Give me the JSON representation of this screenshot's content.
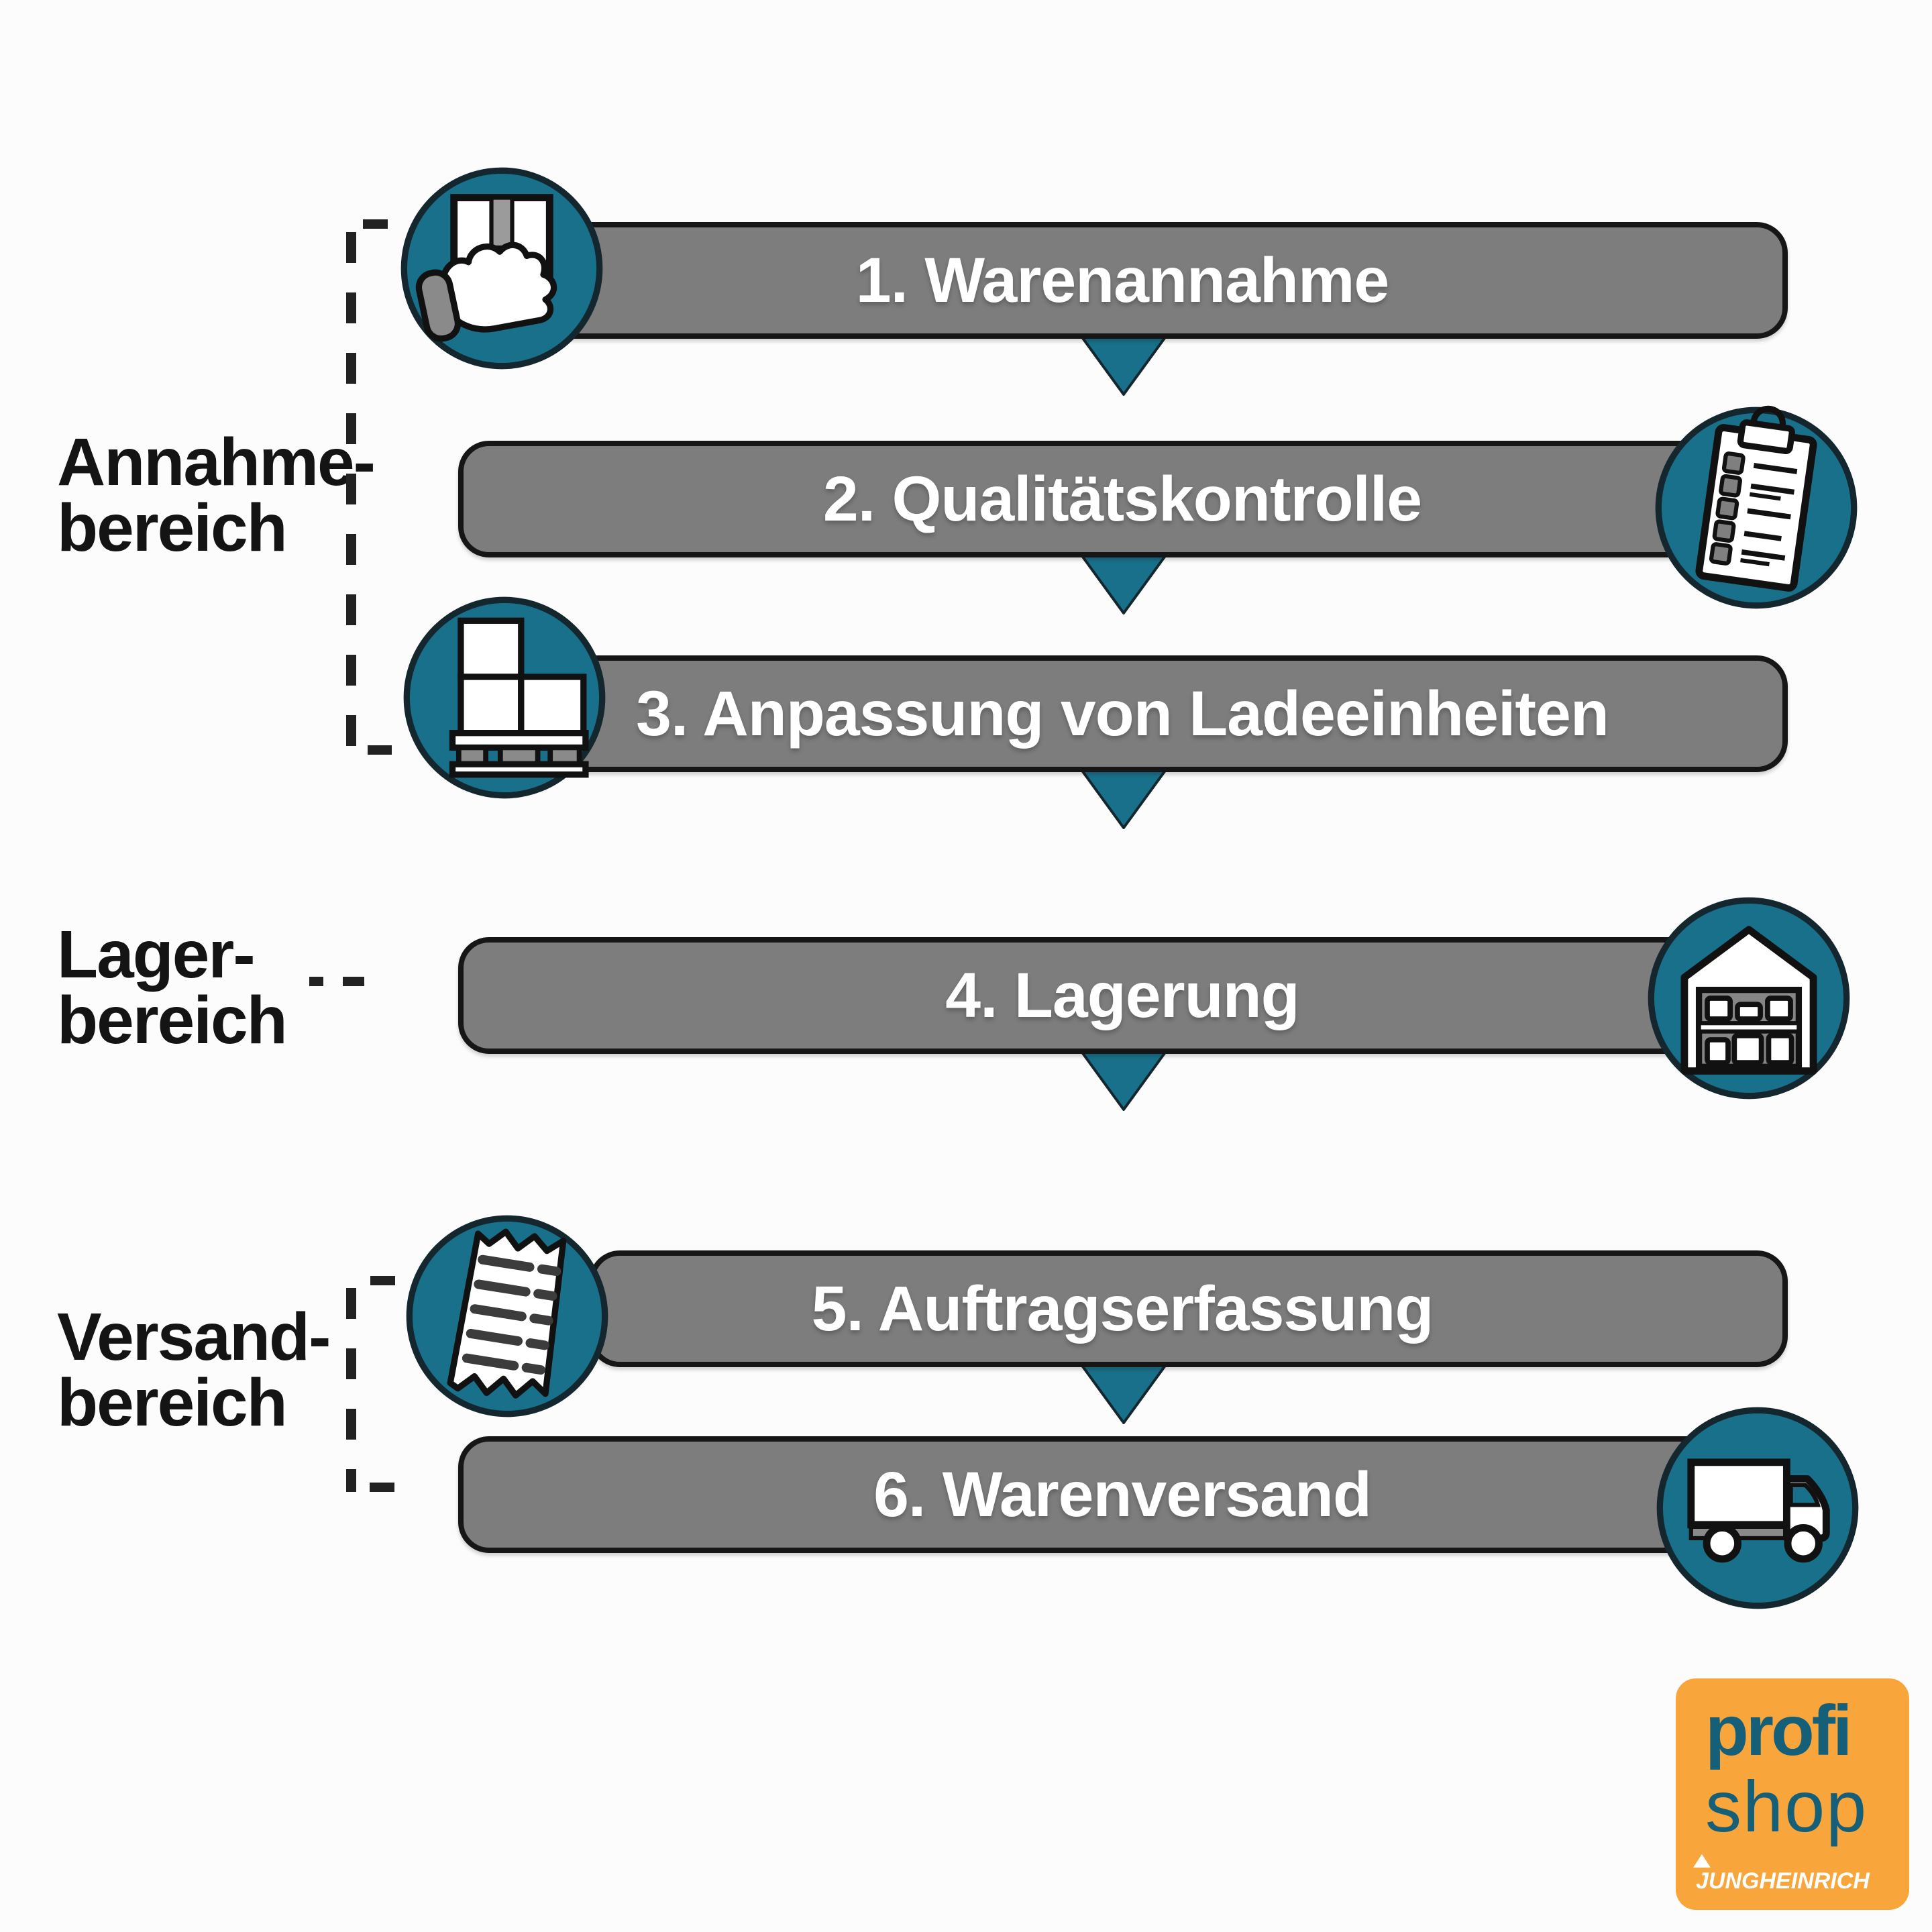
{
  "diagram": {
    "steps": [
      {
        "id": 1,
        "label": "1. Warenannahme",
        "icon": "hand-receiving-box",
        "icon_side": "left"
      },
      {
        "id": 2,
        "label": "2. Qualitätskontrolle",
        "icon": "checklist-clipboard",
        "icon_side": "right"
      },
      {
        "id": 3,
        "label": "3. Anpassung von Ladeeinheiten",
        "icon": "pallet-with-boxes",
        "icon_side": "left"
      },
      {
        "id": 4,
        "label": "4. Lagerung",
        "icon": "warehouse-shelving",
        "icon_side": "right"
      },
      {
        "id": 5,
        "label": "5. Auftragserfassung",
        "icon": "order-receipt",
        "icon_side": "left"
      },
      {
        "id": 6,
        "label": "6. Warenversand",
        "icon": "delivery-truck",
        "icon_side": "right"
      }
    ],
    "connector": "down-arrow",
    "areas": [
      {
        "label": "Annahme-\nbereich",
        "covers_steps": [
          1,
          2,
          3
        ]
      },
      {
        "label": "Lager-\nbereich",
        "covers_steps": [
          4
        ]
      },
      {
        "label": "Versand-\nbereich",
        "covers_steps": [
          5,
          6
        ]
      }
    ]
  },
  "logo": {
    "product_line1": "profi",
    "product_line2": "shop",
    "brand": "JUNGHEINRICH"
  },
  "colors": {
    "teal": "#19708A",
    "bar_gray": "#7D7D7D",
    "bar_border": "#161616",
    "text_on_bar": "#FFFFFF",
    "label_text": "#141414",
    "logo_orange": "#F8A63C",
    "logo_teal": "#155F78",
    "background": "#FCFCFC",
    "dash_color": "#222222"
  }
}
